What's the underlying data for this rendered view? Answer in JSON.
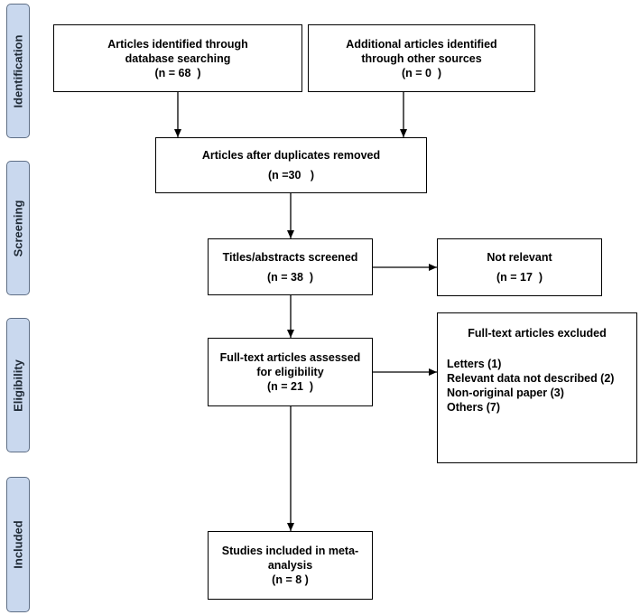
{
  "stages": {
    "identification": "Identification",
    "screening": "Screening",
    "eligibility": "Eligibility",
    "included": "Included"
  },
  "boxes": {
    "database": {
      "line1": "Articles identified through",
      "line2": "database searching",
      "count": "(n = 68  )"
    },
    "other_sources": {
      "line1": "Additional articles identified",
      "line2": "through other sources",
      "count": "(n = 0  )"
    },
    "duplicates_removed": {
      "line1": "Articles after duplicates removed",
      "count": "(n =30   )"
    },
    "screened": {
      "line1": "Titles/abstracts screened",
      "count": "(n = 38  )"
    },
    "not_relevant": {
      "line1": "Not relevant",
      "count": "(n = 17  )"
    },
    "full_text": {
      "line1": "Full-text articles assessed",
      "line2": "for eligibility",
      "count": "(n = 21  )"
    },
    "excluded": {
      "title": "Full-text articles excluded",
      "items": [
        "Letters (1)",
        "Relevant data not described (2)",
        "Non-original paper (3)",
        "Others (7)"
      ]
    },
    "included": {
      "line1": "Studies included in meta-",
      "line2": "analysis",
      "count": "(n = 8 )"
    }
  }
}
